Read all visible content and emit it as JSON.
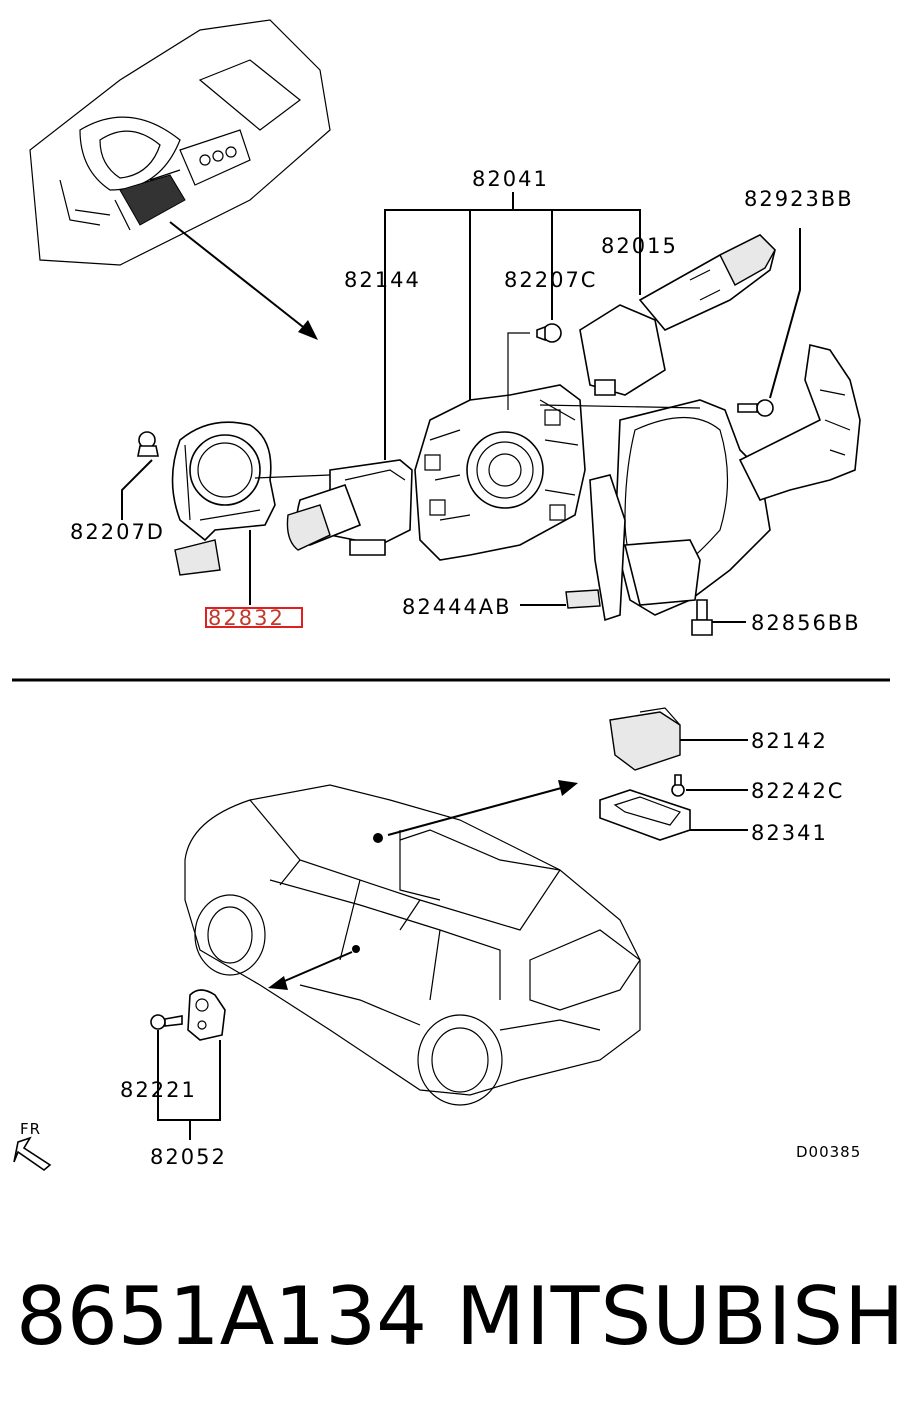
{
  "labels": {
    "l82041": "82041",
    "l82923BB": "82923BB",
    "l82015": "82015",
    "l82144": "82144",
    "l82207C": "82207C",
    "l82207D": "82207D",
    "l82832": "82832",
    "l82444AB": "82444AB",
    "l82856BB": "82856BB",
    "l82142": "82142",
    "l82242C": "82242C",
    "l82341": "82341",
    "l82221": "82221",
    "l82052": "82052",
    "fr": "FR",
    "code": "D00385"
  },
  "footer": {
    "part_number": "8651A134",
    "brand": "MITSUBISHI"
  },
  "colors": {
    "highlight": "#e02020",
    "ink": "#000000"
  }
}
